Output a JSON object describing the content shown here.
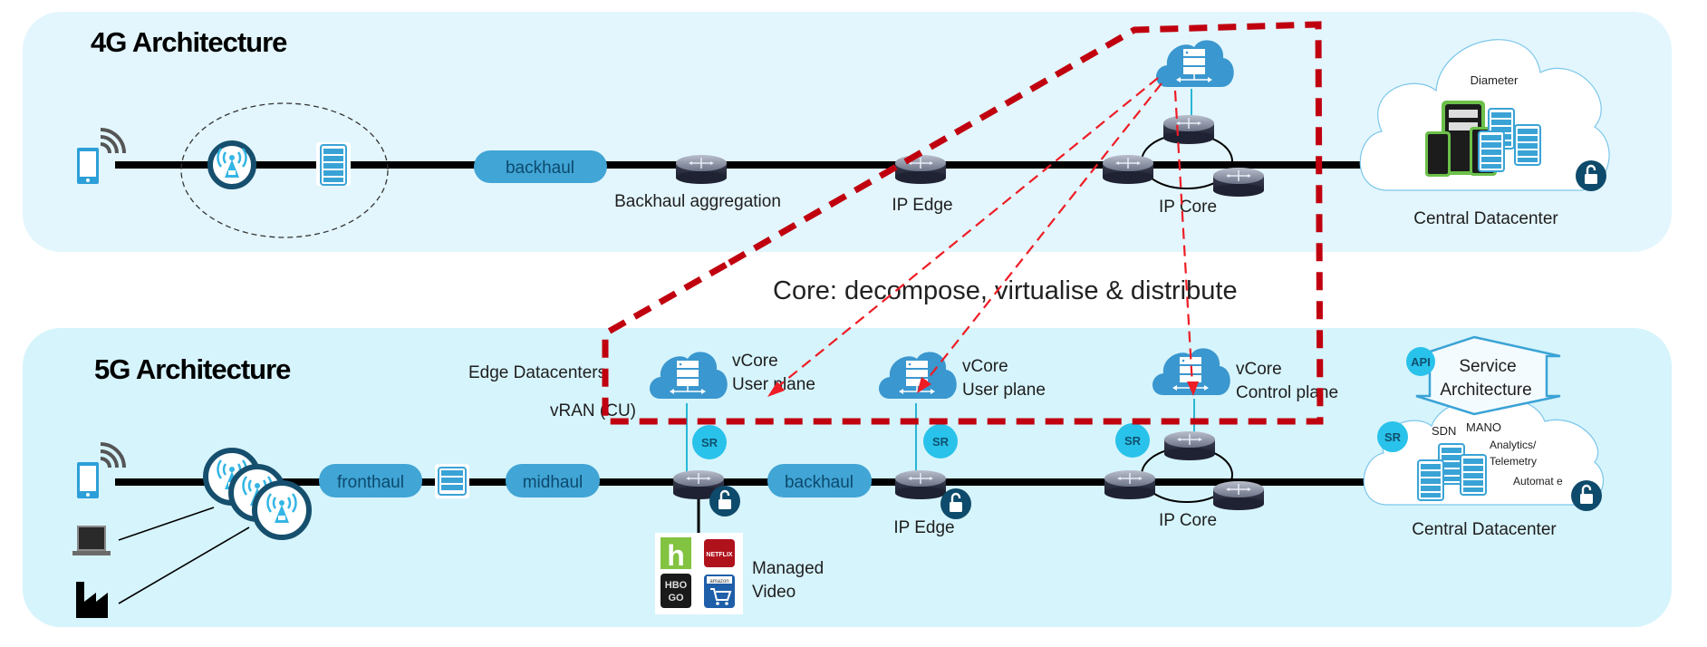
{
  "panels": {
    "g4": {
      "title": "4G Architecture",
      "bg": "#e3f6fd"
    },
    "g5": {
      "title": "5G Architecture",
      "bg": "#d6f4fc"
    }
  },
  "headline": "Core: decompose, virtualise & distribute",
  "colors": {
    "accent_blue": "#3aa3d6",
    "pill_blue": "#41a5d5",
    "sr_cyan": "#29c2ea",
    "lock_teal": "#0e4a6b",
    "red_dash": "#c0000f",
    "arrow_red": "#ee1c25",
    "link_black": "#000000"
  },
  "g4": {
    "links": {
      "backhaul": "backhaul"
    },
    "labels": {
      "backhaul_aggregation": "Backhaul aggregation",
      "ip_edge": "IP Edge",
      "ip_core": "IP Core",
      "central_datacenter": "Central Datacenter",
      "diameter": "Diameter"
    }
  },
  "g5": {
    "links": {
      "fronthaul": "fronthaul",
      "midhaul": "midhaul",
      "backhaul": "backhaul"
    },
    "labels": {
      "edge_datacenters": "Edge Datacenters",
      "vran_cu": "vRAN (CU)",
      "vcore_up1_l1": "vCore",
      "vcore_up1_l2": "User plane",
      "vcore_up2_l1": "vCore",
      "vcore_up2_l2": "User plane",
      "vcore_cp_l1": "vCore",
      "vcore_cp_l2": "Control plane",
      "ip_edge": "IP Edge",
      "ip_core": "IP Core",
      "central_datacenter": "Central Datacenter",
      "managed_video_l1": "Managed",
      "managed_video_l2": "Video",
      "service_arch_l1": "Service",
      "service_arch_l2": "Architecture",
      "api": "API",
      "sr": "SR",
      "sdn": "SDN",
      "mano": "MANO",
      "analytics": "Analytics/",
      "telemetry": "Telemetry",
      "automate": "Automat e"
    },
    "video_logos": [
      "hulu",
      "NETFLIX",
      "HBO GO",
      "amazon"
    ]
  }
}
